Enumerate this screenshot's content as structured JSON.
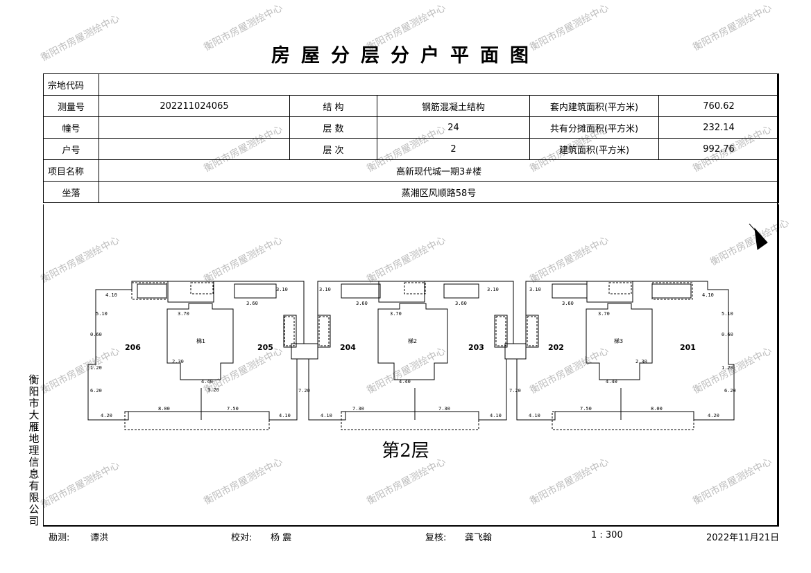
{
  "title": "房屋分层分户平面图",
  "info": {
    "parcel_code_label": "宗地代码",
    "parcel_code": "",
    "survey_no_label": "测量号",
    "survey_no": "202211024065",
    "structure_label": "结 构",
    "structure": "钢筋混凝土结构",
    "inner_area_label": "套内建筑面积(平方米)",
    "inner_area": "760.62",
    "building_label": "幢号",
    "building": "",
    "floors_label": "层 数",
    "floors": "24",
    "shared_area_label": "共有分摊面积(平方米)",
    "shared_area": "232.14",
    "unit_label": "户号",
    "unit": "",
    "floor_label": "层 次",
    "floor": "2",
    "total_area_label": "建筑面积(平方米)",
    "total_area": "992.76",
    "project_label": "项目名称",
    "project": "高新现代城一期3#楼",
    "location_label": "坐落",
    "location": "蒸湘区风顺路58号"
  },
  "plan": {
    "floor_name": "第2层",
    "units": [
      "206",
      "205",
      "204",
      "203",
      "202",
      "201"
    ],
    "stairs": [
      "梯1",
      "梯2",
      "梯3"
    ]
  },
  "watermark": "衡阳市房屋测绘中心",
  "company": "衡阳市大雁地理信息有限公司",
  "footer": {
    "surveyor_label": "勘测:",
    "surveyor": "谭洪",
    "checker_label": "校对:",
    "checker": "杨 震",
    "reviewer_label": "复核:",
    "reviewer": "龚飞翰",
    "scale": "1 : 300",
    "date": "2022年11月21日"
  }
}
